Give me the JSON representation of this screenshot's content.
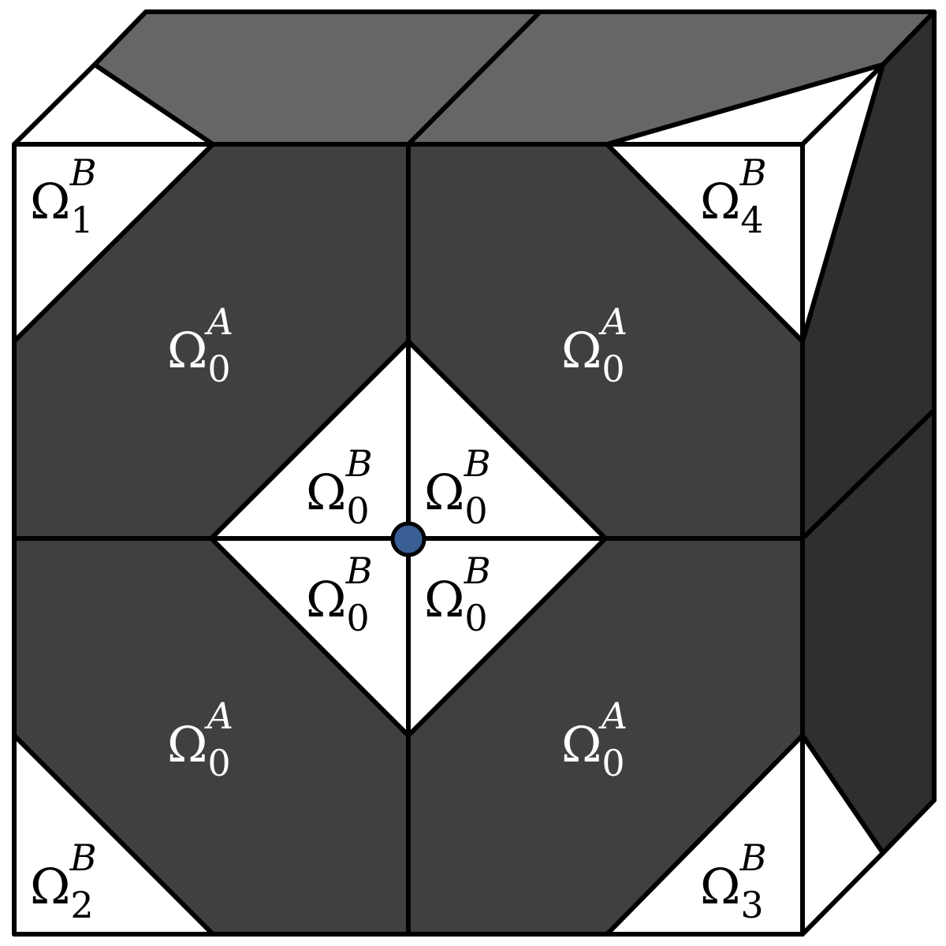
{
  "colors": {
    "region_a_front": "#404040",
    "region_a_top": "#666666",
    "region_a_side": "#2f2f2f",
    "region_b": "#ffffff",
    "edge": "#000000",
    "label_on_a": "#ffffff",
    "label_on_b": "#000000",
    "center_dot": "#3a5f95"
  },
  "labels": {
    "omega": "Ω",
    "a_tl": {
      "sub": "0",
      "sup": "A"
    },
    "a_tr": {
      "sub": "0",
      "sup": "A"
    },
    "a_bl": {
      "sub": "0",
      "sup": "A"
    },
    "a_br": {
      "sub": "0",
      "sup": "A"
    },
    "b_center_ul": {
      "sub": "0",
      "sup": "B"
    },
    "b_center_ur": {
      "sub": "0",
      "sup": "B"
    },
    "b_center_ll": {
      "sub": "0",
      "sup": "B"
    },
    "b_center_lr": {
      "sub": "0",
      "sup": "B"
    },
    "b_corner_1": {
      "sub": "1",
      "sup": "B"
    },
    "b_corner_2": {
      "sub": "2",
      "sup": "B"
    },
    "b_corner_3": {
      "sub": "3",
      "sup": "B"
    },
    "b_corner_4": {
      "sub": "4",
      "sup": "B"
    }
  }
}
